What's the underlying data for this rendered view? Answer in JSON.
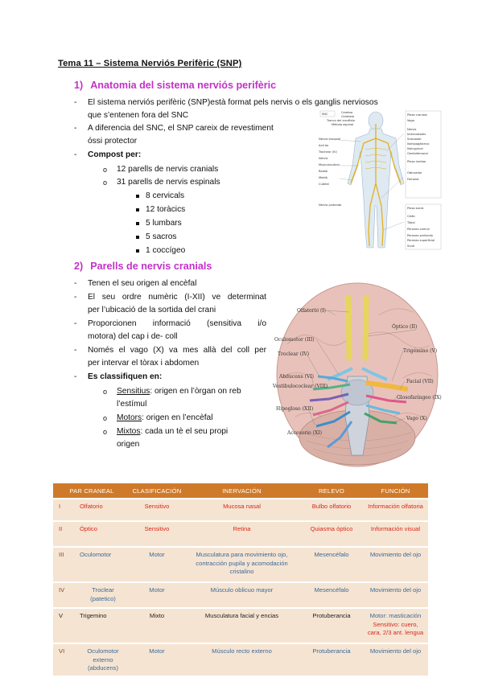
{
  "title": "Tema 11 – Sistema Nerviós Perifèric (SNP)",
  "section1": {
    "number": "1)",
    "heading": "Anatomia del sistema nerviós perifèric",
    "bullet1_line1": "El sistema nerviós perifèric (SNP)està format pels nervis o els ganglis nerviosos",
    "bullet1_line2": "que s’entenen fora del SNC",
    "bullet2_line1": "A diferencia del SNC, el SNP careix de revestiment",
    "bullet2_line2": "óssi protector",
    "compost": "Compost per:",
    "sub1": "12 parells de nervis cranials",
    "sub2": "31 parells de nervis espinals",
    "items": [
      "8 cervicals",
      "12 toràcics",
      "5 lumbars",
      "5 sacros",
      "1 coccígeo"
    ]
  },
  "figure1": {
    "labels_left": [
      "SNC",
      "Nervis braquial",
      "Axil·lar",
      "Trochear (IV)",
      "Nervis",
      "Musculocutani",
      "Radial",
      "Medià",
      "Cubital",
      "Nervis pudendo"
    ],
    "labels_top": [
      "Cerebro",
      "Cerebelo",
      "Tronco del encéfalo",
      "Médula espinal"
    ],
    "labels_right": [
      "Plexe cranials",
      "Vago",
      "Nervis",
      "Intercostales",
      "Subcostal",
      "Iliohipogástrico",
      "Ilioinguinal",
      "Genitofemoral",
      "Plexo lumbar",
      "Obturador",
      "Femoral",
      "Plexo sacro",
      "Ciàtic",
      "Tibial",
      "Peroneo común",
      "Peroneo profundo",
      "Peroneo superficial",
      "Sural"
    ]
  },
  "section2": {
    "number": "2)",
    "heading": "Parells de nervis cranials",
    "b1": "Tenen el seu origen al encèfal",
    "b2_line1": "El seu ordre numèric (I-XII) ve determinat",
    "b2_line2": "per l’ubicació de la sortida del crani",
    "b3_line1": "Proporcionen informació (sensitiva i/o",
    "b3_line2": "motora) del cap i de- coll",
    "b4_line1": "Només el vago (X) va mes allà del coll per",
    "b4_line2": "per intervar el tòrax i abdomen",
    "classif": "Es classifiquen en:",
    "c1_term": "Sensitius",
    "c1_rest_line1": ": origen en l’òrgan on reb",
    "c1_line2": "l’estímul",
    "c2_term": "Motors",
    "c2_rest": ": origen en l’encèfal",
    "c3_term": "Mixtos",
    "c3_rest_line1": ": cada un tè el seu propi",
    "c3_line2": "origen"
  },
  "figure2": {
    "labels_left": [
      "Olfatorio (I)",
      "Oculomotor (III)",
      "Troclear (IV)",
      "Abducens (VI)",
      "Vestibulococlear (VIII)",
      "Hipogloso (XII)",
      "Accesorio (XI)"
    ],
    "labels_right": [
      "Óptico (II)",
      "Trigémino (V)",
      "Facial (VII)",
      "Glosofaríngeo (IX)",
      "Vago (X)"
    ]
  },
  "table": {
    "headers": [
      "PAR CRANEAL",
      "CLASIFICACIÓN",
      "INERVACIÓN",
      "RELEVO",
      "FUNCIÓN"
    ],
    "rows": [
      {
        "num": "I",
        "name": "Olfatorio",
        "clas": "Sensitivo",
        "inerv": "Mucosa nasal",
        "relevo": "Bulbo olfatorio",
        "func": "Información olfatoria"
      },
      {
        "num": "II",
        "name": "Óptico",
        "clas": "Sensitivo",
        "inerv": "Retina",
        "relevo": "Quiasma óptico",
        "func": "Información visual"
      },
      {
        "num": "III",
        "name": "Oculomotor",
        "clas": "Motor",
        "inerv": "Musculatura para movimiento ojo, contracción pupila y acomodación cristalino",
        "relevo": "Mesencéfalo",
        "func": "Movimiento del ojo"
      },
      {
        "num": "IV",
        "name": "Troclear (patetico)",
        "clas": "Motor",
        "inerv": "Músculo oblicuo mayor",
        "relevo": "Mesencéfalo",
        "func": "Movimiento del ojo"
      },
      {
        "num": "V",
        "name": "Trigemino",
        "clas": "Mixto",
        "inerv": "Musculatura facial y encias",
        "relevo": "Protuberancia",
        "func1": "Motor: masticación",
        "func2": "Sensitivo: cuero, cara, 2/3 ant. lengua"
      },
      {
        "num": "VI",
        "name": "Oculomotor externo (abducens)",
        "clas": "Motor",
        "inerv": "Músculo recto externo",
        "relevo": "Protuberancia",
        "func": "Movimiento del ojo"
      }
    ]
  }
}
